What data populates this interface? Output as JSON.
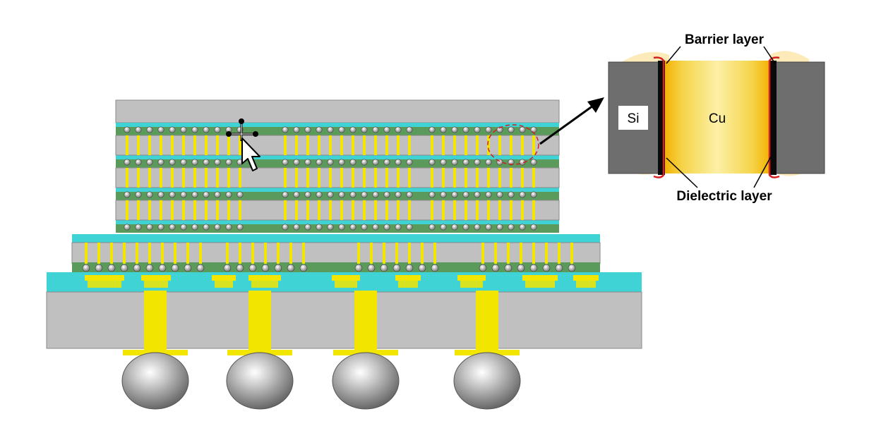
{
  "inset_labels": {
    "barrier": "Barrier layer",
    "dielectric": "Dielectric layer",
    "si": "Si",
    "cu": "Cu"
  },
  "colors": {
    "silicon": "#c0c0c0",
    "silicon_inset": "#6e6e6e",
    "copper_via": "#f2e500",
    "dielectric_band": "#3fd3d6",
    "bond_layer": "#5a9a5a",
    "barrier_red": "#d42020",
    "solder_ball": "#9a9a9a"
  },
  "icons": {
    "pointer": "mouse-cursor-icon",
    "move": "move-crosshair-icon"
  }
}
